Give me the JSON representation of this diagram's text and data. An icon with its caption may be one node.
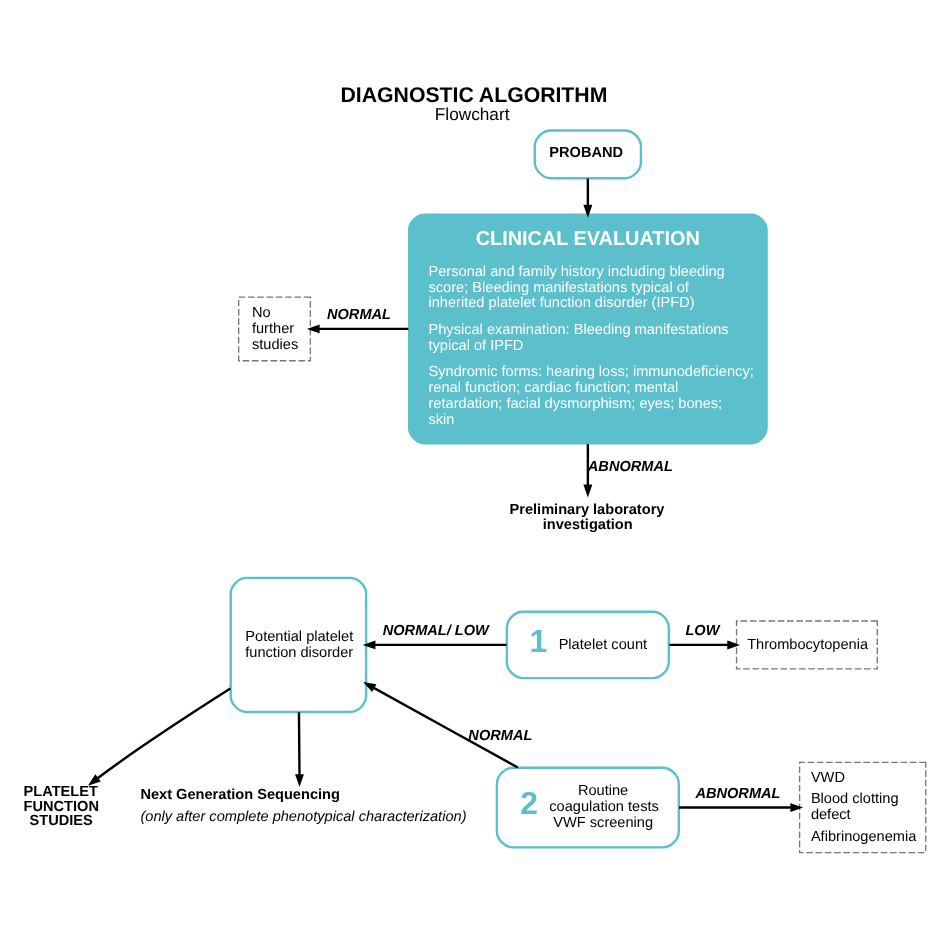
{
  "diagram": {
    "title": "DIAGNOSTIC ALGORITHM",
    "caption": "Flowchart",
    "nodes": [
      {
        "text": [
          "PROBAND"
        ]
      },
      {
        "text": [
          "CLINICAL EVALUATION",
          "Personal and family history including bleeding score; Bleeding manifestations typical of inherited platelet function disorder (IPFD)",
          "Physical examination: Bleeding manifestations typical of IPFD",
          "Syndromic forms: hearing loss; immunodeficiency; renal function; cardiac function; mental retardation; facial dysmorphism; eyes; bones; skin"
        ]
      },
      {
        "text": [
          "No further studies"
        ]
      },
      {
        "text": [
          "Preliminary laboratory investigation"
        ]
      },
      {
        "text": [
          "1",
          "Platelet count"
        ]
      },
      {
        "text": [
          "2",
          "Routine coagulation tests VWF screening"
        ]
      },
      {
        "text": [
          "Potential platelet function disorder"
        ]
      },
      {
        "text": [
          "Thrombocytopenia"
        ]
      },
      {
        "text": [
          "VWD",
          "Blood clotting defect",
          "Afibrinogenemia"
        ]
      },
      {
        "text": [
          "PLATELET FUNCTION STUDIES"
        ]
      },
      {
        "text": [
          "Next Generation Sequencing",
          "(only after complete phenotypical characterization)"
        ]
      }
    ],
    "edges": [
      {
        "from": 0,
        "to": 1,
        "arrow": "to"
      },
      {
        "from": 1,
        "to": 2,
        "arrow": "to",
        "label": "NORMAL"
      },
      {
        "from": 1,
        "to": 3,
        "arrow": "to",
        "label": "ABNORMAL"
      },
      {
        "from": 4,
        "to": 6,
        "arrow": "to",
        "label": "NORMAL/ LOW"
      },
      {
        "from": 5,
        "to": 6,
        "arrow": "to",
        "label": "NORMAL"
      },
      {
        "from": 4,
        "to": 7,
        "arrow": "to",
        "label": "LOW"
      },
      {
        "from": 5,
        "to": 8,
        "arrow": "to",
        "label": "ABNORMAL"
      },
      {
        "from": 6,
        "to": 9,
        "arrow": "to"
      },
      {
        "from": 6,
        "to": 10,
        "arrow": "to"
      }
    ]
  }
}
